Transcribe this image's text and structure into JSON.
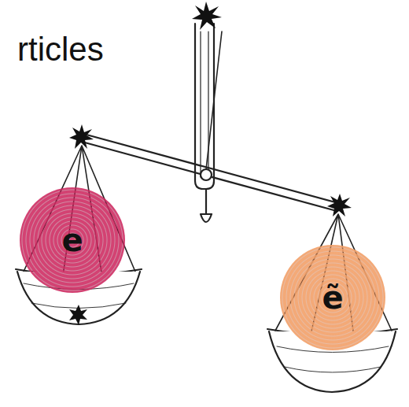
{
  "diagram": {
    "nodes": [
      {
        "text": [
          "e"
        ]
      },
      {
        "text": [
          "ẽ"
        ]
      }
    ],
    "labels": [
      "rticles"
    ]
  }
}
